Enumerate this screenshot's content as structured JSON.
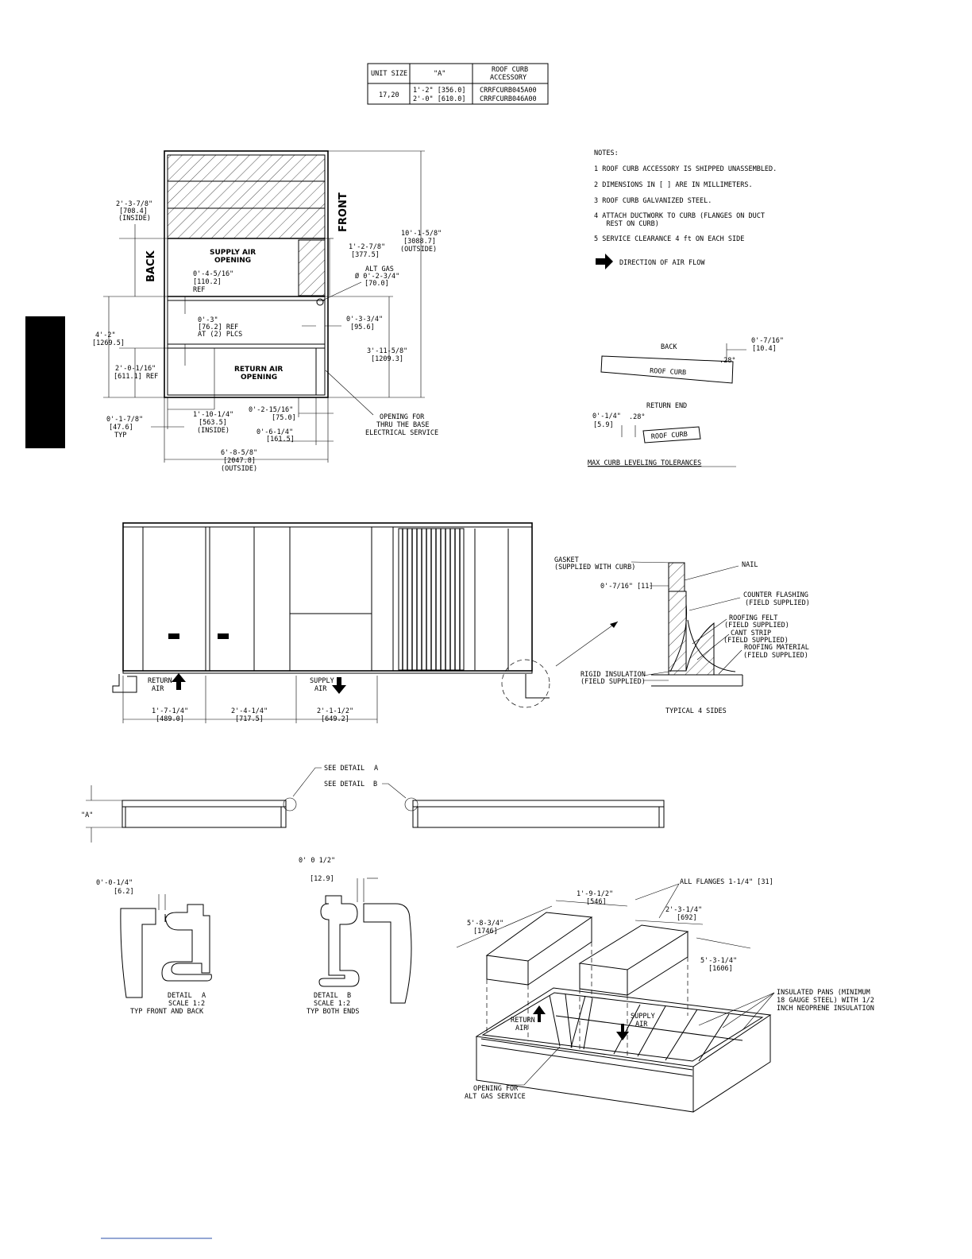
{
  "table": {
    "headers": [
      "UNIT SIZE",
      "\"A\"",
      "ROOF CURB",
      "ACCESSORY"
    ],
    "unit_size": "17,20",
    "a_values": [
      "1'-2\" [356.0]",
      "2'-0\" [610.0]"
    ],
    "accessories": [
      "CRRFCURB045A00",
      "CRRFCURB046A00"
    ]
  },
  "notes": {
    "title": "NOTES:",
    "items": [
      "1  ROOF CURB ACCESSORY IS SHIPPED UNASSEMBLED.",
      "2  DIMENSIONS IN [    ] ARE IN MILLIMETERS.",
      "3  ROOF CURB GALVANIZED STEEL.",
      "4  ATTACH DUCTWORK TO CURB (FLANGES ON DUCT",
      "   REST ON CURB)",
      "5  SERVICE CLEARANCE 4 ft ON EACH SIDE"
    ],
    "airflow": "DIRECTION OF AIR FLOW"
  },
  "plan": {
    "front": "FRONT",
    "back": "BACK",
    "supply": [
      "SUPPLY AIR",
      "OPENING"
    ],
    "return": [
      "RETURN AIR",
      "OPENING"
    ],
    "d_inside": [
      "2'-3-7/8\"",
      "[708.4]",
      "(INSIDE)"
    ],
    "d_4_5": [
      "0'-4-5/16\"",
      "[110.2]",
      "REF"
    ],
    "d_42": [
      "4'-2\"",
      "[1269.5]"
    ],
    "d_3": [
      "0'-3\"",
      "[76.2] REF",
      "AT (2) PLCS"
    ],
    "d_2_0": [
      "2'-0-1/16\"",
      "[611.1] REF"
    ],
    "d_1_7": [
      "0'-1-7/8\"",
      "[47.6]",
      "TYP"
    ],
    "d_1_10": [
      "1'-10-1/4\"",
      "[563.5]",
      "(INSIDE)"
    ],
    "d_2_15": [
      "0'-2-15/16\"",
      "[75.0]"
    ],
    "d_6_1": [
      "0'-6-1/4\"",
      "[161.5]"
    ],
    "d_6_8": [
      "6'-8-5/8\"",
      "[2047.8]",
      "(OUTSIDE)"
    ],
    "d_10_1": [
      "10'-1-5/8\"",
      "[3088.7]",
      "(OUTSIDE)"
    ],
    "d_1_2": [
      "1'-2-7/8\"",
      "[377.5]"
    ],
    "alt_gas": [
      "ALT GAS",
      "Ø 0'-2-3/4\"",
      "[70.0]"
    ],
    "d_3_3": [
      "0'-3-3/4\"",
      "[95.6]"
    ],
    "d_3_11": [
      "3'-11-5/8\"",
      "[1209.3]"
    ],
    "opening": [
      "OPENING FOR",
      "THRU THE BASE",
      "ELECTRICAL SERVICE"
    ]
  },
  "leveling": {
    "back": "BACK",
    "roof_curb": "ROOF CURB",
    "deg": ".28°",
    "d_7_16": [
      "0'-7/16\"",
      "[10.4]"
    ],
    "return_end": "RETURN END",
    "d_1_4": [
      "0'-1/4\"",
      "[5.9]"
    ],
    "title": "MAX CURB LEVELING TOLERANCES"
  },
  "elevation": {
    "return": [
      "RETURN",
      "AIR"
    ],
    "supply": [
      "SUPPLY",
      "AIR"
    ],
    "dims": [
      [
        "1'-7-1/4\"",
        "[489.0]"
      ],
      [
        "2'-4-1/4\"",
        "[717.5]"
      ],
      [
        "2'-1-1/2\"",
        "[649.2]"
      ]
    ]
  },
  "flashing": {
    "gasket": [
      "GASKET",
      "(SUPPLIED WITH CURB)"
    ],
    "nail": "NAIL",
    "d_11": "0'-7/16\" [11]",
    "counter": [
      "COUNTER FLASHING",
      "(FIELD SUPPLIED)"
    ],
    "felt": [
      "ROOFING FELT",
      "(FIELD SUPPLIED)"
    ],
    "cant": [
      "CANT STRIP",
      "(FIELD SUPPLIED)"
    ],
    "material": [
      "ROOFING MATERIAL",
      "(FIELD SUPPLIED)"
    ],
    "rigid": [
      "RIGID INSULATION",
      "(FIELD SUPPLIED)"
    ],
    "typical": "TYPICAL 4 SIDES"
  },
  "section": {
    "a_label": "\"A\"",
    "see_a": "SEE DETAIL",
    "a": "A",
    "see_b": "SEE DETAIL",
    "b": "B"
  },
  "detail_a": {
    "dim": [
      "0'-0-1/4\"",
      "[6.2]"
    ],
    "label": "DETAIL",
    "letter": "A",
    "scale": "SCALE  1:2",
    "typ": "TYP FRONT AND BACK"
  },
  "detail_b": {
    "dim": [
      "0' 0 1/2\"",
      "[12.9]"
    ],
    "label": "DETAIL",
    "letter": "B",
    "scale": "SCALE  1:2",
    "typ": "TYP BOTH ENDS"
  },
  "iso": {
    "flanges": "ALL FLANGES 1-1/4\" [31]",
    "d_1_9": [
      "1'-9-1/2\"",
      "[546]"
    ],
    "d_2_3": [
      "2'-3-1/4\"",
      "[692]"
    ],
    "d_5_8": [
      "5'-8-3/4\"",
      "[1746]"
    ],
    "d_5_3": [
      "5'-3-1/4\"",
      "[1606]"
    ],
    "pans": [
      "INSULATED PANS (MINIMUM",
      "18 GAUGE STEEL) WITH 1/2",
      "INCH NEOPRENE INSULATION"
    ],
    "return": [
      "RETURN",
      "AIR"
    ],
    "supply": [
      "SUPPLY",
      "AIR"
    ],
    "opening": [
      "OPENING FOR",
      "ALT GAS SERVICE"
    ]
  }
}
